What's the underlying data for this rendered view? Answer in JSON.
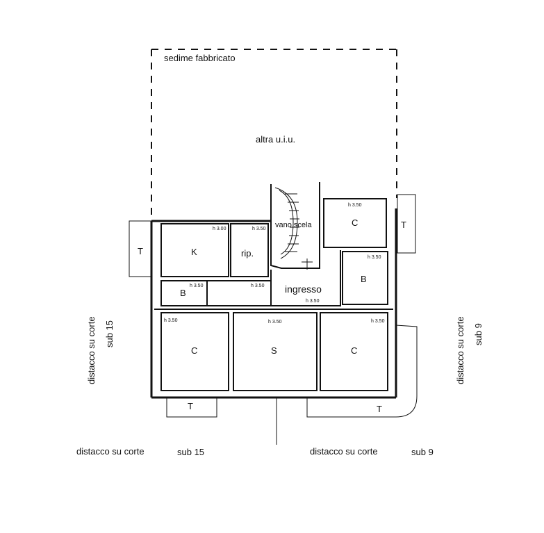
{
  "plan": {
    "top_area_label": "sedime fabbricato",
    "upper_unit_label": "altra u.i.u.",
    "stair_label": "vano scela",
    "entrance_label": "ingresso",
    "rooms": {
      "kitchen": "K",
      "storage": "rip.",
      "bath_left": "B",
      "bath_right": "B",
      "bedroom_left": "C",
      "living": "S",
      "bedroom_right": "C",
      "bedroom_top_right": "C"
    },
    "terraces": {
      "left": "T",
      "right": "T",
      "bottom_left": "T",
      "bottom_right": "T"
    },
    "heights": {
      "kitchen": "h 3.00",
      "storage": "h 3.50",
      "top_right": "h 3.50",
      "bath_right": "h 3.50",
      "bath_left": "h 3.50",
      "corridor": "h 3.50",
      "entrance": "h 3.50",
      "bedroom_left": "h 3.50",
      "living": "h 3.50",
      "bedroom_right": "h 3.50"
    }
  },
  "annotations": {
    "left_side": "distacco su corte",
    "left_sub": "sub 15",
    "right_side": "distacco su corte",
    "right_sub": "sub 9",
    "bottom_left": "distacco su corte",
    "bottom_left_sub": "sub 15",
    "bottom_right": "distacco su corte",
    "bottom_right_sub": "sub 9"
  }
}
